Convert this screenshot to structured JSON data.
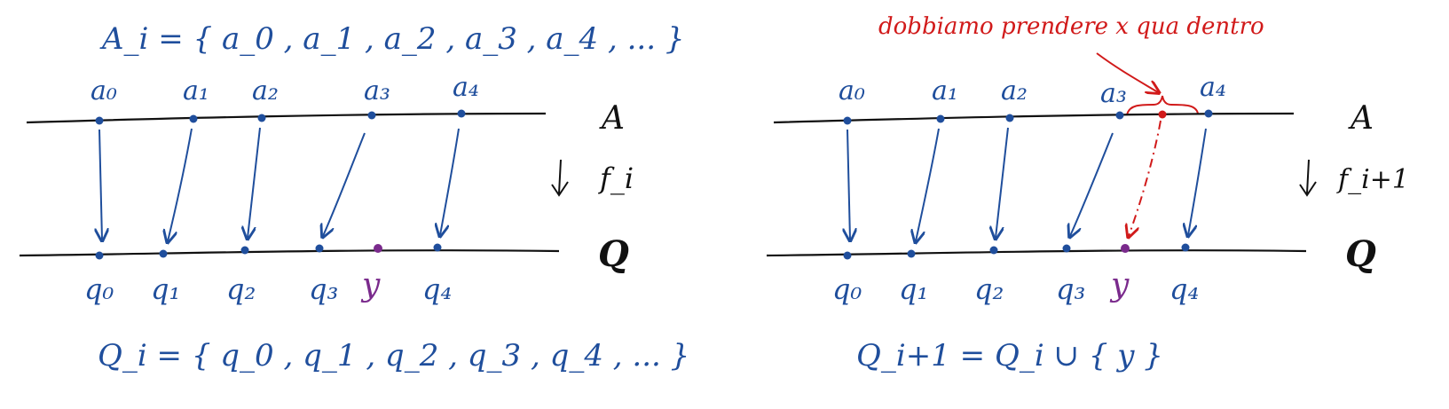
{
  "left": {
    "set_a": "A_i = { a_0 , a_1 , a_2 , a_3 , a_4 , ... }",
    "set_q": "Q_i = { q_0 , q_1 , q_2 , q_3 , q_4 , ... }",
    "a_labels": [
      "a₀",
      "a₁",
      "a₂",
      "a₃",
      "a₄"
    ],
    "q_labels": [
      "q₀",
      "q₁",
      "q₂",
      "q₃",
      "y",
      "q₄"
    ],
    "line_a": "A",
    "line_q": "Q",
    "map": "f_i"
  },
  "right": {
    "note": "dobbiamo prendere x qua dentro",
    "set_q": "Q_i+1 = Q_i ∪ { y }",
    "a_labels": [
      "a₀",
      "a₁",
      "a₂",
      "a₃",
      "a₄"
    ],
    "q_labels": [
      "q₀",
      "q₁",
      "q₂",
      "q₃",
      "y",
      "q₄"
    ],
    "line_a": "A",
    "line_q": "Q",
    "map": "f_i+1"
  },
  "colors": {
    "ink_blue": "#1f4e9c",
    "ink_black": "#111111",
    "ink_purple": "#7a2a8c",
    "ink_red": "#d11a1a"
  }
}
